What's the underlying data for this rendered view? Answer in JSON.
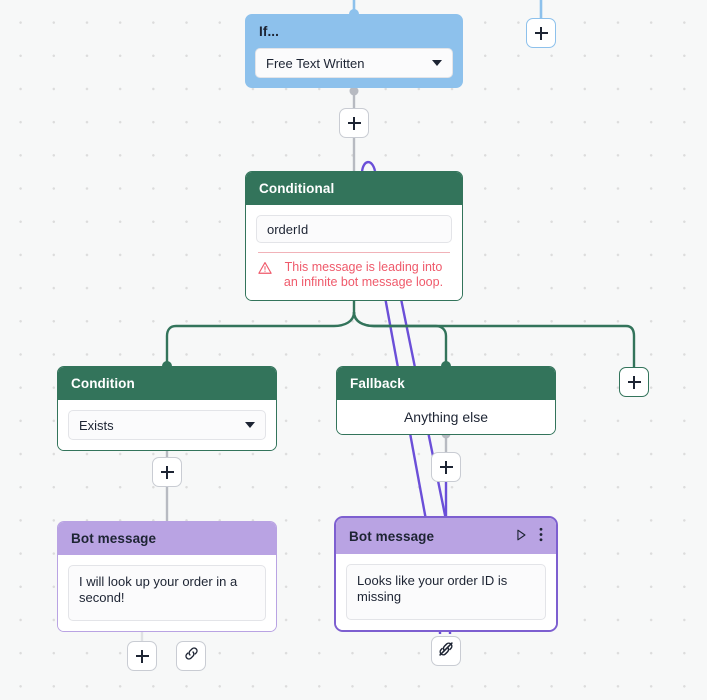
{
  "canvas": {
    "background_color": "#f7f8f8",
    "dot_color": "#dcdcdc"
  },
  "colors": {
    "blue": "#8dc1ec",
    "green": "#33745b",
    "purple_header": "#b9a3e3",
    "purple_selected_border": "#7d5fd0",
    "purple_edge": "#6b4fd8",
    "gray_edge": "#b7bac1",
    "warning_red": "#ef5a6b"
  },
  "nodes": {
    "if_node": {
      "title": "If...",
      "select_value": "Free Text Written",
      "caret_icon": "chevron-down-icon"
    },
    "conditional_node": {
      "title": "Conditional",
      "input_value": "orderId",
      "warning_icon": "warning-triangle-icon",
      "warning_text": "This message is leading into an infinite bot message loop."
    },
    "condition_node": {
      "title": "Condition",
      "select_value": "Exists",
      "caret_icon": "chevron-down-icon"
    },
    "fallback_node": {
      "title": "Fallback",
      "value": "Anything else"
    },
    "bot_message_left": {
      "title": "Bot message",
      "message": "I will look up your order in a second!"
    },
    "bot_message_right": {
      "title": "Bot message",
      "message": "Looks like your order ID is missing",
      "run_icon": "play-icon",
      "menu_icon": "more-vertical-icon"
    }
  },
  "buttons": {
    "add_node_top_right": {
      "icon": "plus-icon",
      "label": "+"
    },
    "add_node_under_if": {
      "icon": "plus-icon",
      "label": "+"
    },
    "add_node_right_branch": {
      "icon": "plus-icon",
      "label": "+"
    },
    "add_node_under_condition": {
      "icon": "plus-icon",
      "label": "+"
    },
    "add_node_under_fallback": {
      "icon": "plus-icon",
      "label": "+"
    },
    "add_node_bottom_left": {
      "icon": "plus-icon",
      "label": "+"
    },
    "link_button": {
      "icon": "link-icon"
    },
    "unlink_button": {
      "icon": "unlink-icon"
    }
  }
}
